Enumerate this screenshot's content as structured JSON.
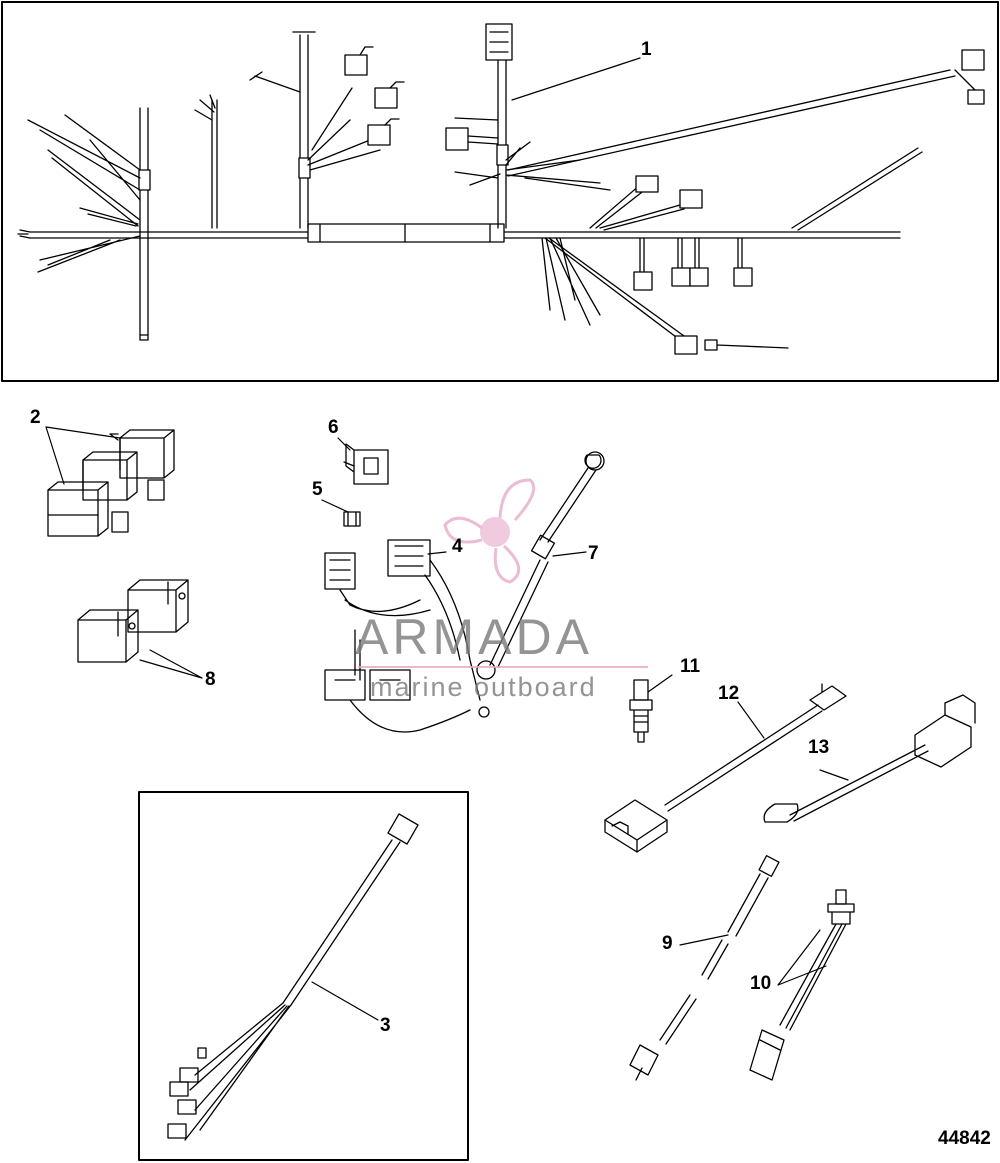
{
  "callouts": {
    "c1": "1",
    "c2": "2",
    "c3": "3",
    "c4": "4",
    "c5": "5",
    "c6": "6",
    "c7": "7",
    "c8": "8",
    "c9": "9",
    "c10": "10",
    "c11": "11",
    "c12": "12",
    "c13": "13"
  },
  "figure_id": "44842",
  "watermark": {
    "brand": "ARMADA",
    "tagline": "marine outboard",
    "colors": {
      "text": "#7a7a7a",
      "accent": "#e6a6c8"
    }
  }
}
